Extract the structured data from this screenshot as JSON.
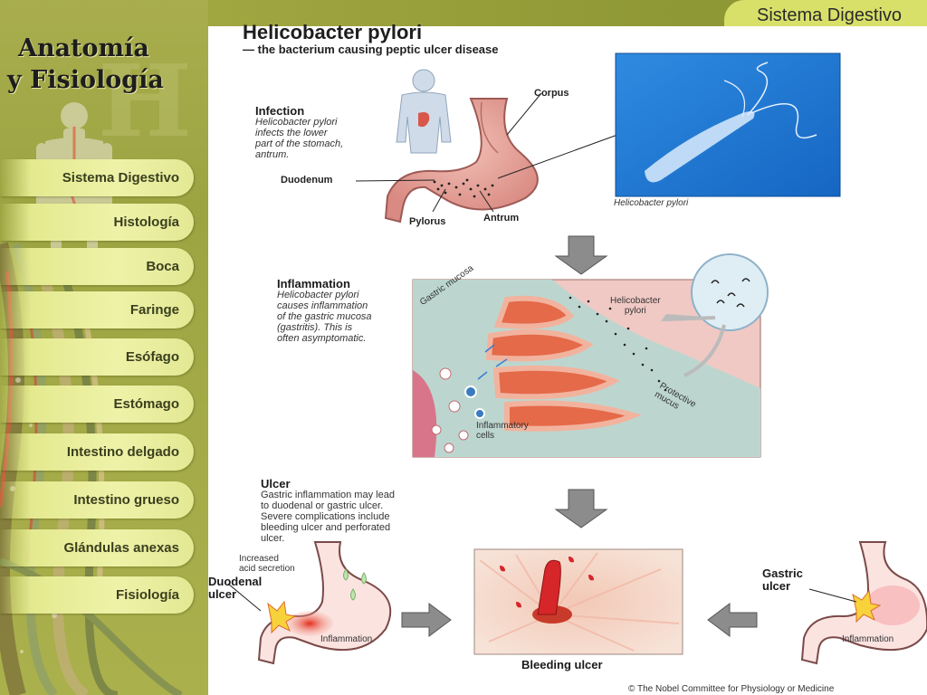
{
  "header": {
    "section_tab": "Sistema Digestivo"
  },
  "brand": {
    "line1": "Anatomía",
    "line2": "y Fisiología"
  },
  "nav": [
    {
      "label": "Sistema Digestivo"
    },
    {
      "label": "Histología"
    },
    {
      "label": "Boca"
    },
    {
      "label": "Faringe"
    },
    {
      "label": "Esófago"
    },
    {
      "label": "Estómago"
    },
    {
      "label": "Intestino delgado"
    },
    {
      "label": "Intestino grueso"
    },
    {
      "label": "Glándulas anexas"
    },
    {
      "label": "Fisiología"
    }
  ],
  "figure": {
    "title": "Helicobacter pylori",
    "subtitle": "— the bacterium causing peptic ulcer disease",
    "infection": {
      "heading": "Infection",
      "text": [
        "Helicobacter pylori",
        "infects the lower",
        "part of the stomach,",
        "antrum."
      ],
      "labels": {
        "corpus": "Corpus",
        "duodenum": "Duodenum",
        "pylorus": "Pylorus",
        "antrum": "Antrum"
      },
      "photo_caption": "Helicobacter pylori"
    },
    "inflammation": {
      "heading": "Inflammation",
      "text": [
        "Helicobacter pylori",
        "causes inflammation",
        "of the gastric mucosa",
        "(gastritis). This is",
        "often asymptomatic."
      ],
      "labels": {
        "gastric_mucosa": "Gastric mucosa",
        "hp_line1": "Helicobacter",
        "hp_line2": "pylori",
        "protective_line1": "Protective",
        "protective_line2": "mucus",
        "inflam_line1": "Inflammatory",
        "inflam_line2": "cells"
      }
    },
    "ulcer": {
      "heading": "Ulcer",
      "text": [
        "Gastric inflammation may lead",
        "to duodenal or gastric ulcer.",
        "Severe complications include",
        "bleeding ulcer and perforated",
        "ulcer."
      ],
      "labels": {
        "increased_line1": "Increased",
        "increased_line2": "acid secretion",
        "duodenal_line1": "Duodenal",
        "duodenal_line2": "ulcer",
        "inflammation_left": "Inflammation",
        "gastric_line1": "Gastric",
        "gastric_line2": "ulcer",
        "inflammation_right": "Inflammation",
        "bleeding": "Bleeding ulcer"
      }
    },
    "copyright": "© The Nobel Committee for Physiology or Medicine"
  },
  "colors": {
    "sidebar": "#a3aa47",
    "topbar": "#8f9935",
    "tab": "#d8e06a",
    "nav_button": "#eef2a8",
    "stomach": "#e7a6a0",
    "photo_bg": "#1f7ed6"
  }
}
